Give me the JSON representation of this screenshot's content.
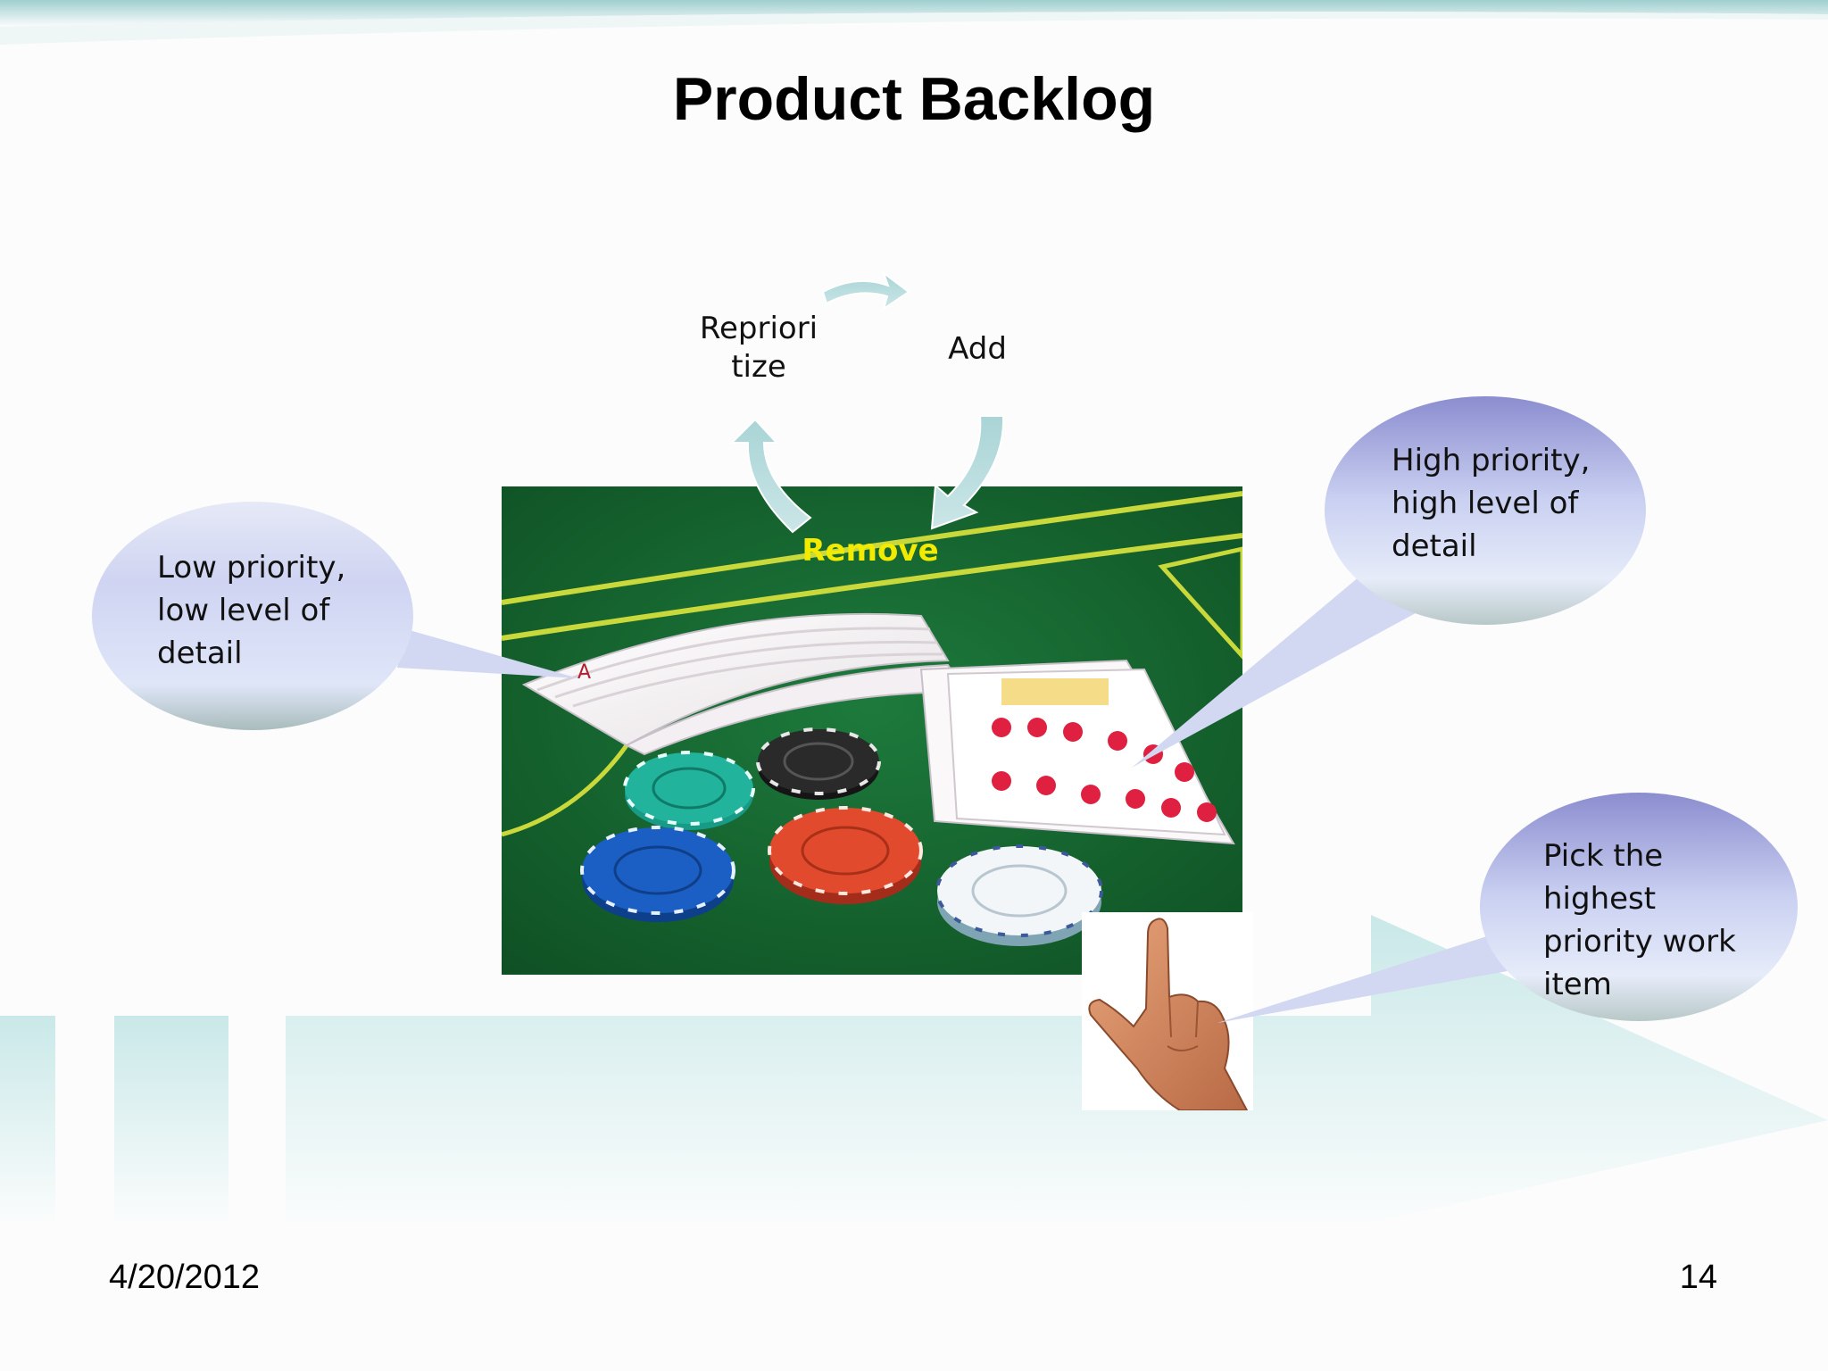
{
  "slide": {
    "title": "Product Backlog",
    "date": "4/20/2012",
    "page_number": "14"
  },
  "cycle": {
    "steps": [
      "Repriori tize",
      "Add",
      "Remove"
    ],
    "reprioritize_line1": "Repriori",
    "reprioritize_line2": "tize",
    "add": "Add",
    "remove": "Remove"
  },
  "callouts": {
    "low": {
      "line1": "Low priority,",
      "line2": "low level of",
      "line3": "detail"
    },
    "high": {
      "line1": "High priority,",
      "line2": "high level of",
      "line3": "detail"
    },
    "pick": {
      "line1": "Pick the",
      "line2": "highest",
      "line3": "priority work",
      "line4": "item"
    }
  },
  "colors": {
    "accent_teal": "#b8dede",
    "callout_top": "#8e90d0",
    "callout_bottom": "#e4ecf8",
    "remove_label": "#f2ea00",
    "felt_green": "#145f2c"
  }
}
